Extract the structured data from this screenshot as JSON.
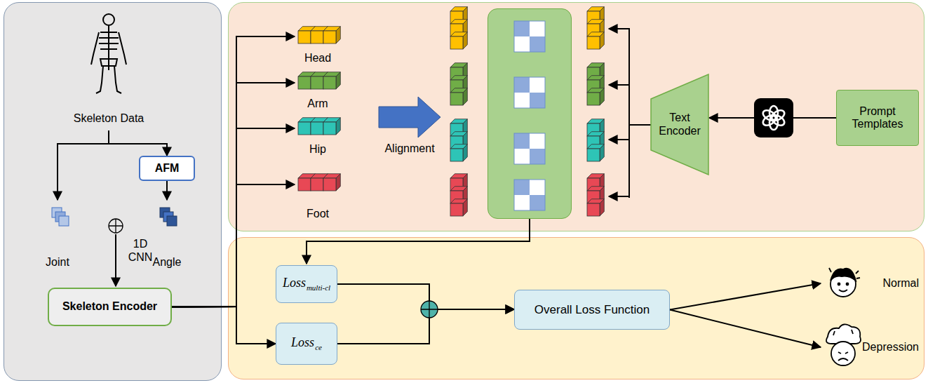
{
  "diagram": {
    "nodes": [
      {
        "text": [
          "Skeleton Data"
        ]
      },
      {
        "text": [
          "AFM"
        ]
      },
      {
        "text": [
          "Joint"
        ]
      },
      {
        "text": [
          "Angle"
        ]
      },
      {
        "text": [
          "Skeleton Encoder"
        ]
      },
      {
        "text": [
          "Head"
        ]
      },
      {
        "text": [
          "Arm"
        ]
      },
      {
        "text": [
          "Hip"
        ]
      },
      {
        "text": [
          "Foot"
        ]
      },
      {
        "text": [
          "Text Encoder"
        ]
      },
      {
        "text": [
          "Prompt Templates"
        ]
      },
      {
        "text": [
          "Loss",
          "multi-cl"
        ]
      },
      {
        "text": [
          "Loss",
          "ce"
        ]
      },
      {
        "text": [
          "Overall Loss Function"
        ]
      },
      {
        "text": [
          "Normal"
        ]
      },
      {
        "text": [
          "Depression"
        ]
      }
    ],
    "edges": [
      {
        "from": 0,
        "to": 2,
        "arrow": "to"
      },
      {
        "from": 0,
        "to": 1,
        "arrow": "to"
      },
      {
        "from": 1,
        "to": 3,
        "arrow": "to"
      },
      {
        "from": 4,
        "to": 5,
        "arrow": "to"
      },
      {
        "from": 4,
        "to": 6,
        "arrow": "to"
      },
      {
        "from": 4,
        "to": 7,
        "arrow": "to"
      },
      {
        "from": 4,
        "to": 8,
        "arrow": "to"
      },
      {
        "from": 4,
        "to": 12,
        "arrow": "to"
      },
      {
        "from": 10,
        "to": 9,
        "arrow": "to"
      },
      {
        "from": 11,
        "to": 13,
        "arrow": "to"
      },
      {
        "from": 12,
        "to": 13,
        "arrow": "to"
      },
      {
        "from": 13,
        "to": 14,
        "arrow": "to"
      },
      {
        "from": 13,
        "to": 15,
        "arrow": "to"
      }
    ],
    "labels": [
      "1D CNN",
      "Alignment"
    ]
  }
}
